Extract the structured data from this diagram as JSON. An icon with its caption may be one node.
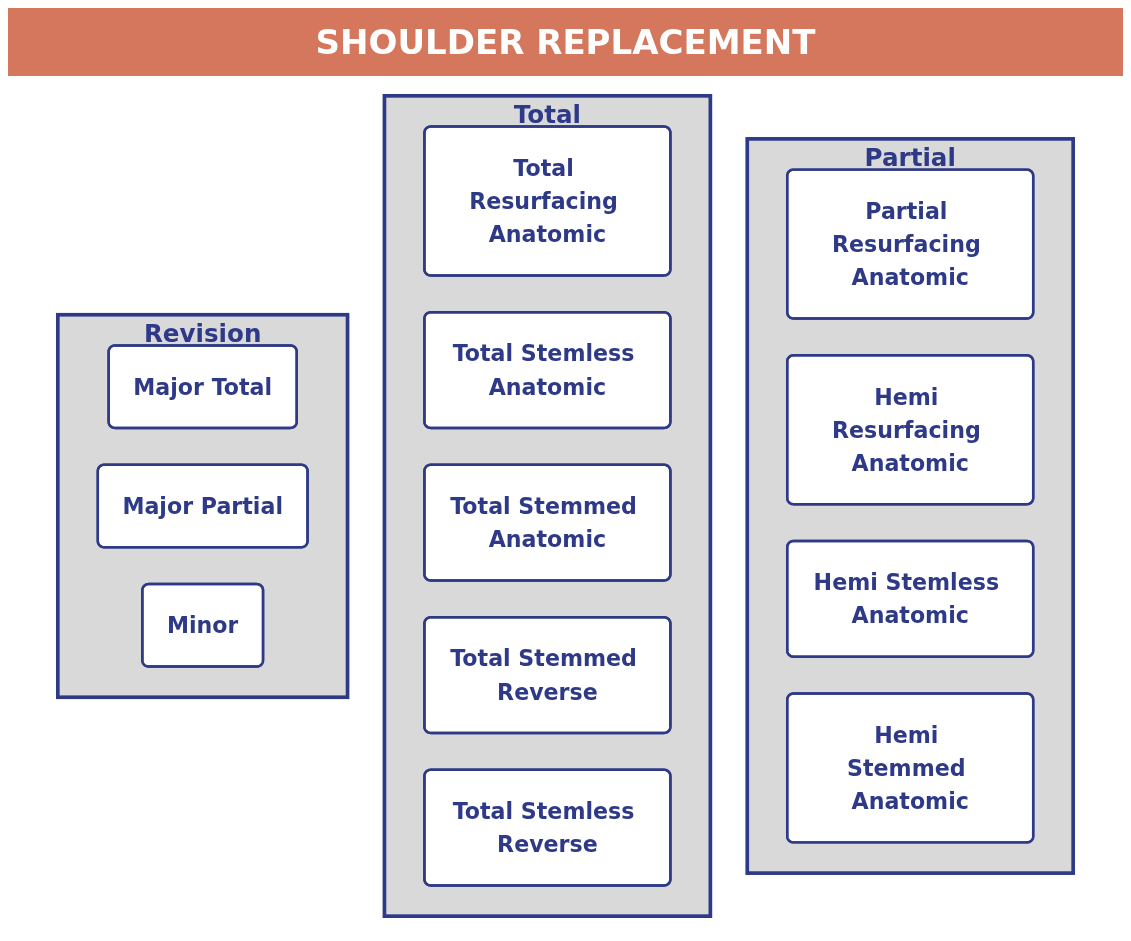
{
  "diagram": {
    "title": "SHOULDER REPLACEMENT",
    "nodes": [
      {
        "text": [
          "Partial"
        ]
      },
      {
        "text": [
          "Partial Resurfacing Anatomic"
        ],
        "in": 0
      },
      {
        "text": [
          "Hemi Resurfacing Anatomic"
        ],
        "in": 0
      },
      {
        "text": [
          "Hemi Stemless Anatomic"
        ],
        "in": 0
      },
      {
        "text": [
          "Hemi Stemmed Anatomic"
        ],
        "in": 0
      },
      {
        "text": [
          "Total"
        ]
      },
      {
        "text": [
          "Total Resurfacing Anatomic"
        ],
        "in": 5
      },
      {
        "text": [
          "Total Stemless Anatomic"
        ],
        "in": 5
      },
      {
        "text": [
          "Total Stemmed Anatomic"
        ],
        "in": 5
      },
      {
        "text": [
          "Total Stemmed Reverse"
        ],
        "in": 5
      },
      {
        "text": [
          "Total Stemless Reverse"
        ],
        "in": 5
      },
      {
        "text": [
          "Revision"
        ]
      },
      {
        "text": [
          "Major Total"
        ],
        "in": 11
      },
      {
        "text": [
          "Major Partial"
        ],
        "in": 11
      },
      {
        "text": [
          "Minor"
        ],
        "in": 11
      }
    ],
    "edges": []
  }
}
